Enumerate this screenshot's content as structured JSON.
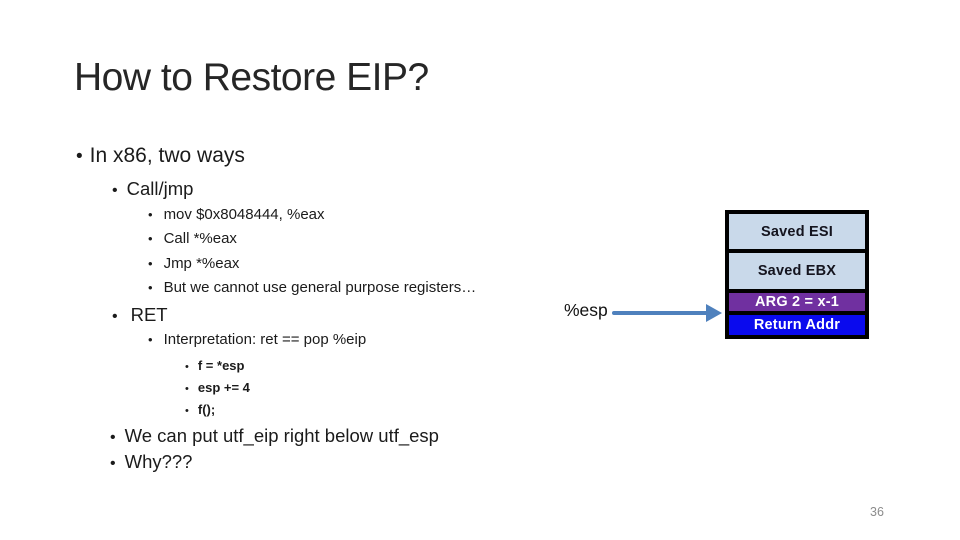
{
  "ui": {
    "bullet_char": "•"
  },
  "slide": {
    "title": "How to Restore EIP?",
    "page_number": "36",
    "background": "#ffffff"
  },
  "bullets": {
    "in_x86": "In x86, two ways",
    "call_jmp": "Call/jmp",
    "mov": "mov $0x8048444, %eax",
    "call_eax": "Call *%eax",
    "jmp_eax": "Jmp *%eax",
    "no_gpr": "But we cannot use general purpose registers…",
    "ret": "RET",
    "interpretation": "Interpretation: ret == pop %eip",
    "f_deref": "f = *esp",
    "esp_inc": "esp += 4",
    "f_call": "f();",
    "utf_eip": "We can put utf_eip right below utf_esp",
    "why": "Why???"
  },
  "diagram": {
    "esp_label": "%esp",
    "arrow_color": "#4f81bd",
    "frame_color": "#000000",
    "stack": [
      {
        "label": "Saved ESI",
        "bg": "#c9d9ea",
        "fg": "#14141e",
        "height": 35
      },
      {
        "label": "Saved EBX",
        "bg": "#c9d9ea",
        "fg": "#14141e",
        "height": 36
      },
      {
        "label": "ARG 2 = x-1",
        "bg": "#7030a0",
        "fg": "#ffffff",
        "height": 18
      },
      {
        "label": "Return Addr",
        "bg": "#0a0aee",
        "fg": "#ffffff",
        "height": 20
      }
    ]
  }
}
